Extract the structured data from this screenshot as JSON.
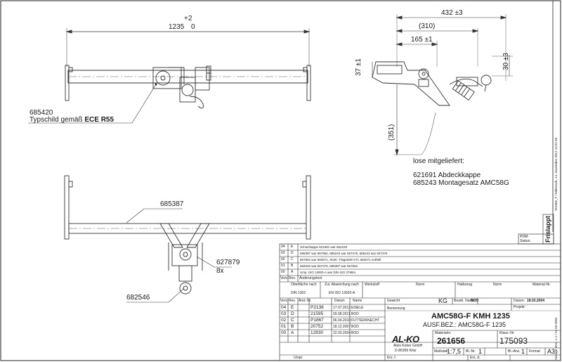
{
  "top_view": {
    "dim_tolerance": "+2",
    "dim_length": "1235",
    "dim_lower": "0",
    "part_label": "685420",
    "plate_label_prefix": "Typschild gemäß ",
    "plate_label_bold": "ECE R55"
  },
  "side_view": {
    "dim_432": "432 ±3",
    "dim_310": "310",
    "dim_165": "165 ±1",
    "dim_37": "37 ±1",
    "dim_30": "30 ±3",
    "dim_351": "351"
  },
  "bottom_view": {
    "part_685387": "685387",
    "part_627879": "627879",
    "qty": "8x",
    "part_682546": "682546"
  },
  "loose_items": {
    "heading": "lose mitgeliefert:",
    "line1": "621691 Abdeckkappe",
    "line2": "685243 Montagesatz  AMC58G"
  },
  "side_text": {
    "plot_note": "261656_F / MiMorsch, 14. November 2012 14:51:50",
    "freigabe": "Frislappt",
    "version": "Vorlage Vers. 1.1 / 21.03.2004"
  },
  "pdm": {
    "label1": "PDM-",
    "label2": "Status:"
  },
  "revisions": [
    {
      "num": "04",
      "rev": "E",
      "text": "Schutzkappe 621691 war 652229"
    },
    {
      "num": "03",
      "rev": "D",
      "text": "685387 war 657862, 685243 war 657376, 685243 war 657376"
    },
    {
      "num": "02",
      "rev": "C",
      "text": "657862 war 682671, Stufe: Trägeteile KTL 682671 entfällt"
    },
    {
      "num": "01",
      "rev": "B",
      "text": "682546 war 657376, 685387 war 657862"
    },
    {
      "num": "00",
      "rev": "A",
      "text": "Ursp. ISO 13920-A war DIN ISO 2768m"
    }
  ],
  "rev_header": {
    "vers": "Vers.",
    "rev": "Rev.",
    "change": "Änderungstext"
  },
  "surface": {
    "label": "Oberfläche nach",
    "value": "DIN 1302",
    "tol_label": "Zul. Abweichung nach",
    "tol_value": "EN ISO 13920-A",
    "material_label": "Werkstoff",
    "norm_label": "Norm",
    "semi_label": "Halbzeug",
    "norm2_label": "Norm",
    "matno_label": "Material-Nr."
  },
  "changes_header": {
    "vers": "Vers.",
    "rev": "Rev.",
    "aend": "Änd.-Nr.",
    "datum": "Datum",
    "name": "Name"
  },
  "changes": [
    {
      "num": "04",
      "rev": "E",
      "aend": "P2138",
      "datum": "17.07.2012",
      "name": "EISELE"
    },
    {
      "num": "03",
      "rev": "D",
      "aend": "21595",
      "datum": "09.08.2011",
      "name": "BOD"
    },
    {
      "num": "02",
      "rev": "C",
      "aend": "P1867",
      "datum": "06.04.2010",
      "name": "FUTTERKNECHT"
    },
    {
      "num": "01",
      "rev": "B",
      "aend": "20752",
      "datum": "18.12.2007",
      "name": "BOD"
    },
    {
      "num": "00",
      "rev": "A",
      "aend": "12830",
      "datum": "22.03.2004",
      "name": "BOD"
    }
  ],
  "title_block": {
    "gewicht_label": "Gewicht",
    "gewicht_unit": "KG",
    "bearb_label": "Bearb. Name:",
    "bearb_name": "BOD",
    "datum_label": "Datum:",
    "datum_value": "18.02.2004",
    "projekt_label": "Projekt:",
    "benennung_label": "Benennung",
    "title": "AMC58G-F KMH 1235",
    "subtitle": "AUSF.BEZ.: AMC58G-F  1235",
    "company_logo": "AL-KO",
    "company_name": "Alois Kober GmbH",
    "company_city": "D-89359 Kötz",
    "materialnr_label": "Materialnr.",
    "materialnr": "261656",
    "klass_label": "Klass.-Nr.",
    "klass": "175093",
    "mass_label": "Maßstab",
    "mass": "1:7,5",
    "blnr_label": "Bl.-Nr.",
    "blnr": "1",
    "blanz_label": "Bl.-Anz.",
    "blanz": "1",
    "format_label": "Format",
    "format": "A3",
    "urspr": "Urspr.",
    "ers_fuer": "Ers. f.",
    "ers_durch": "Ers. d."
  }
}
